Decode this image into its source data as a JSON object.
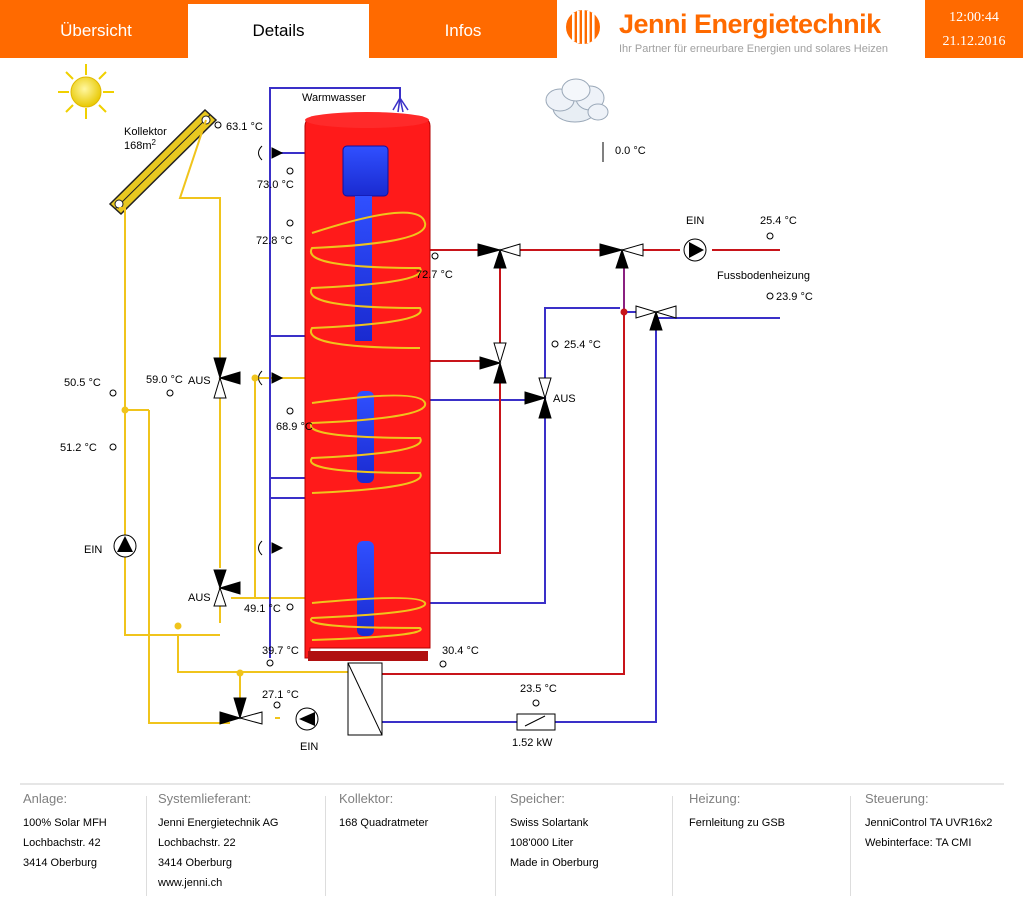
{
  "nav": {
    "tabs": [
      {
        "label": "Übersicht",
        "active": false
      },
      {
        "label": "Details",
        "active": true
      },
      {
        "label": "Infos",
        "active": false
      }
    ]
  },
  "brand": {
    "name": "Jenni Energietechnik",
    "tagline": "Ihr Partner für erneurbare Energien und solares Heizen"
  },
  "clock": {
    "time": "12:00:44",
    "date": "21.12.2016"
  },
  "colors": {
    "accent": "#ff6a00",
    "tank": "#ff1a1a",
    "solar_pipe": "#f0c41c",
    "hot_pipe": "#c8141a",
    "cold_pipe": "#3a30c8",
    "header_text": "#ffffff"
  },
  "diagram": {
    "warmwasser_label": "Warmwasser",
    "collector_label": "Kollektor",
    "collector_area": "168m",
    "collector_area_sup": "2",
    "fussboden_label": "Fussbodenheizung",
    "power": "1.52 kW",
    "temps": {
      "collector": "63.1 °C",
      "tank_top": "73.0 °C",
      "tank_upper": "72.8 °C",
      "outside": "0.0 °C",
      "heating_out": "72.7 °C",
      "supply_hot": "25.4 °C",
      "return": "23.9 °C",
      "mix": "25.4 °C",
      "solar_flow": "50.5 °C",
      "solar_valve": "59.0 °C",
      "solar_return": "51.2 °C",
      "tank_mid": "68.9 °C",
      "tank_low": "49.1 °C",
      "tank_bottom": "39.7 °C",
      "hx_out": "30.4 °C",
      "hx_in": "27.1 °C",
      "meter": "23.5 °C"
    },
    "status": {
      "pump_hot": "EIN",
      "valve_hot": "AUS",
      "pump_solar": "EIN",
      "valve_upper": "AUS",
      "valve_lower": "AUS",
      "pump_bottom": "EIN"
    },
    "icons": {
      "sun": "sun-icon",
      "cloud": "cloud-icon",
      "logo": "jenni-logo-icon"
    }
  },
  "footer": {
    "columns": [
      {
        "heading": "Anlage:",
        "lines": [
          "100% Solar MFH",
          "Lochbachstr. 42",
          "3414 Oberburg"
        ]
      },
      {
        "heading": "Systemlieferant:",
        "lines": [
          "Jenni Energietechnik AG",
          "Lochbachstr. 22",
          "3414 Oberburg",
          "www.jenni.ch"
        ]
      },
      {
        "heading": "Kollektor:",
        "lines": [
          "168 Quadratmeter"
        ]
      },
      {
        "heading": "Speicher:",
        "lines": [
          "Swiss Solartank",
          "108'000 Liter",
          "Made in Oberburg"
        ]
      },
      {
        "heading": "Heizung:",
        "lines": [
          "Fernleitung zu GSB"
        ]
      },
      {
        "heading": "Steuerung:",
        "lines": [
          "JenniControl TA UVR16x2",
          "Webinterface: TA CMI"
        ]
      }
    ]
  }
}
